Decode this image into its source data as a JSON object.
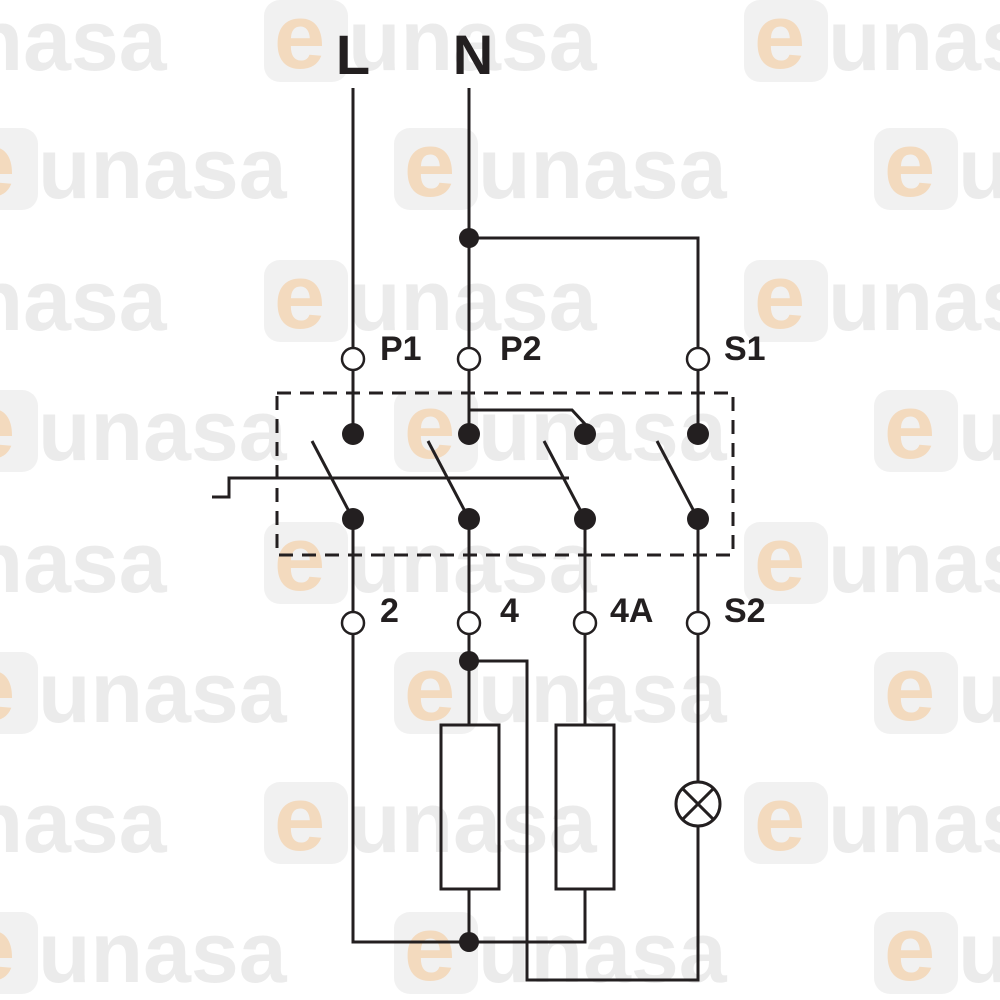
{
  "watermark": {
    "text": "unasa",
    "e_glyph": "e"
  },
  "supply": {
    "line": "L",
    "neutral": "N"
  },
  "terminals": {
    "p1": "P1",
    "p2": "P2",
    "s1": "S1",
    "t2": "2",
    "t4": "4",
    "t4a": "4A",
    "s2": "S2"
  },
  "colors": {
    "ink": "#231f20",
    "watermark_grey": "#d3d3d3",
    "watermark_orange": "#f6c896"
  }
}
